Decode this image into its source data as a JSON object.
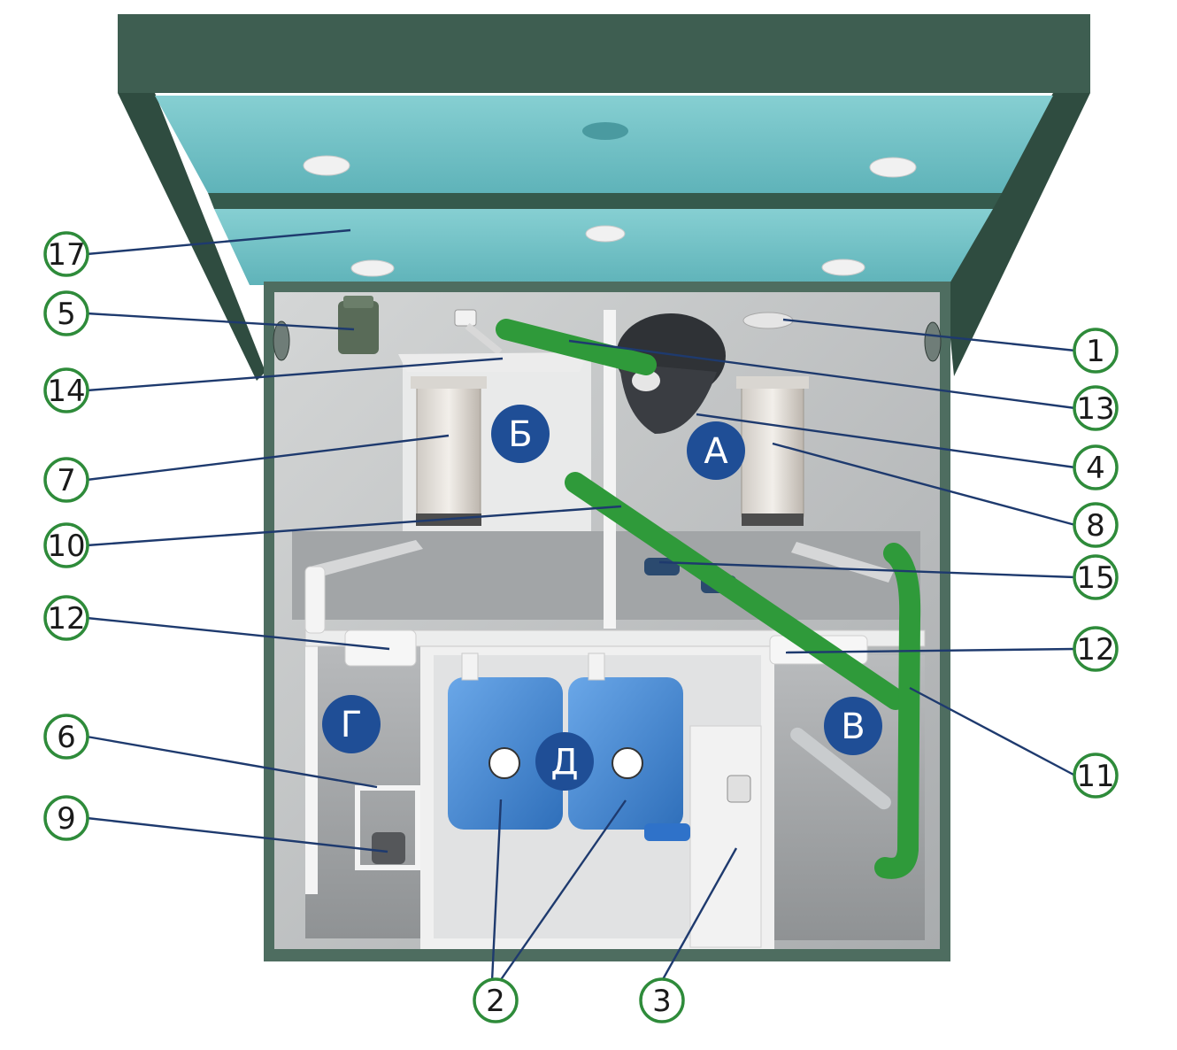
{
  "colors": {
    "callout_ring": "#2e8b3a",
    "leader_line": "#1e3a6e",
    "zone_badge": "#1f4e96",
    "housing": "#3f5f52",
    "lid_insulation": "#79c4c8",
    "pipe_green": "#2f9a3a",
    "canister_blue": "#4e8fd6"
  },
  "callouts": [
    {
      "id": "1",
      "label": "1"
    },
    {
      "id": "2",
      "label": "2"
    },
    {
      "id": "3",
      "label": "3"
    },
    {
      "id": "4",
      "label": "4"
    },
    {
      "id": "5",
      "label": "5"
    },
    {
      "id": "6",
      "label": "6"
    },
    {
      "id": "7",
      "label": "7"
    },
    {
      "id": "8",
      "label": "8"
    },
    {
      "id": "9",
      "label": "9"
    },
    {
      "id": "10",
      "label": "10"
    },
    {
      "id": "11",
      "label": "11"
    },
    {
      "id": "12a",
      "label": "12"
    },
    {
      "id": "12b",
      "label": "12"
    },
    {
      "id": "13",
      "label": "13"
    },
    {
      "id": "14",
      "label": "14"
    },
    {
      "id": "15",
      "label": "15"
    },
    {
      "id": "17",
      "label": "17"
    }
  ],
  "zones": [
    {
      "id": "A",
      "label": "А"
    },
    {
      "id": "B",
      "label": "Б"
    },
    {
      "id": "V",
      "label": "В"
    },
    {
      "id": "G",
      "label": "Г"
    },
    {
      "id": "D",
      "label": "Д"
    }
  ]
}
